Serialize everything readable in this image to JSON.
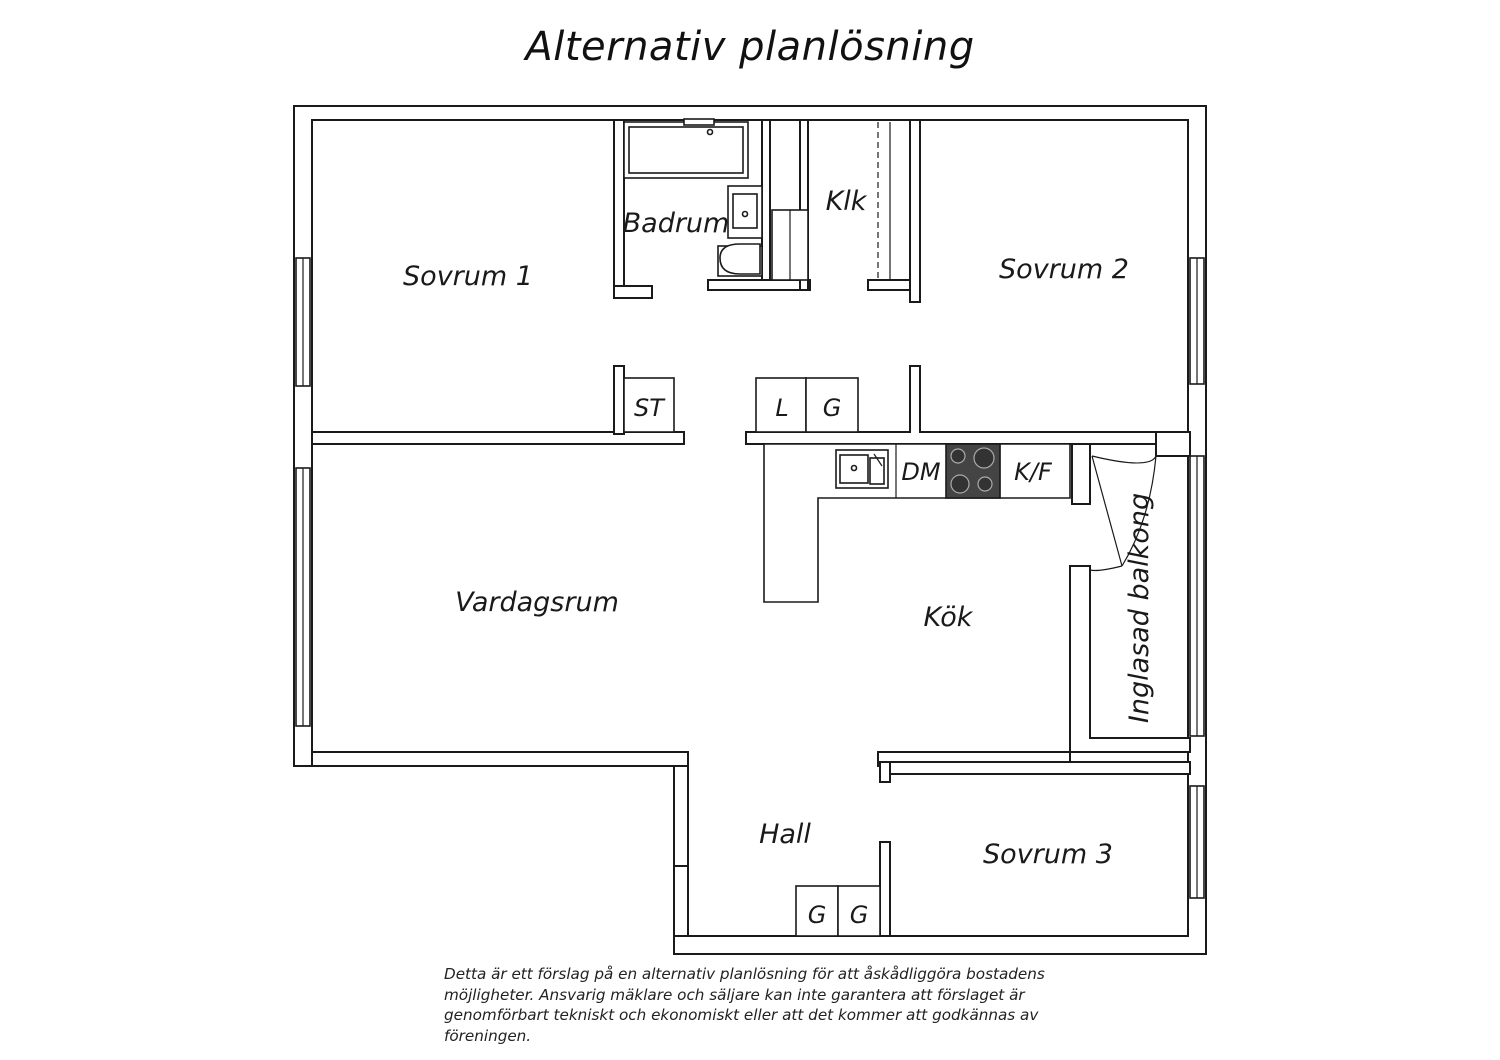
{
  "title": "Alternativ planlösning",
  "rooms": {
    "sovrum1": "Sovrum 1",
    "sovrum2": "Sovrum 2",
    "sovrum3": "Sovrum 3",
    "badrum": "Badrum",
    "klk": "Klk",
    "st": "ST",
    "l": "L",
    "g1": "G",
    "dm": "DM",
    "kf": "K/F",
    "vardagsrum": "Vardagsrum",
    "kok": "Kök",
    "balkong": "Inglasad balkong",
    "hall": "Hall",
    "g2": "G",
    "g3": "G"
  },
  "disclaimer": "Detta är ett förslag på en alternativ planlösning för att åskådliggöra bostadens möjligheter. Ansvarig mäklare och säljare kan inte garantera att förslaget är genomförbart tekniskt och ekonomiskt eller att det kommer att godkännas av föreningen."
}
